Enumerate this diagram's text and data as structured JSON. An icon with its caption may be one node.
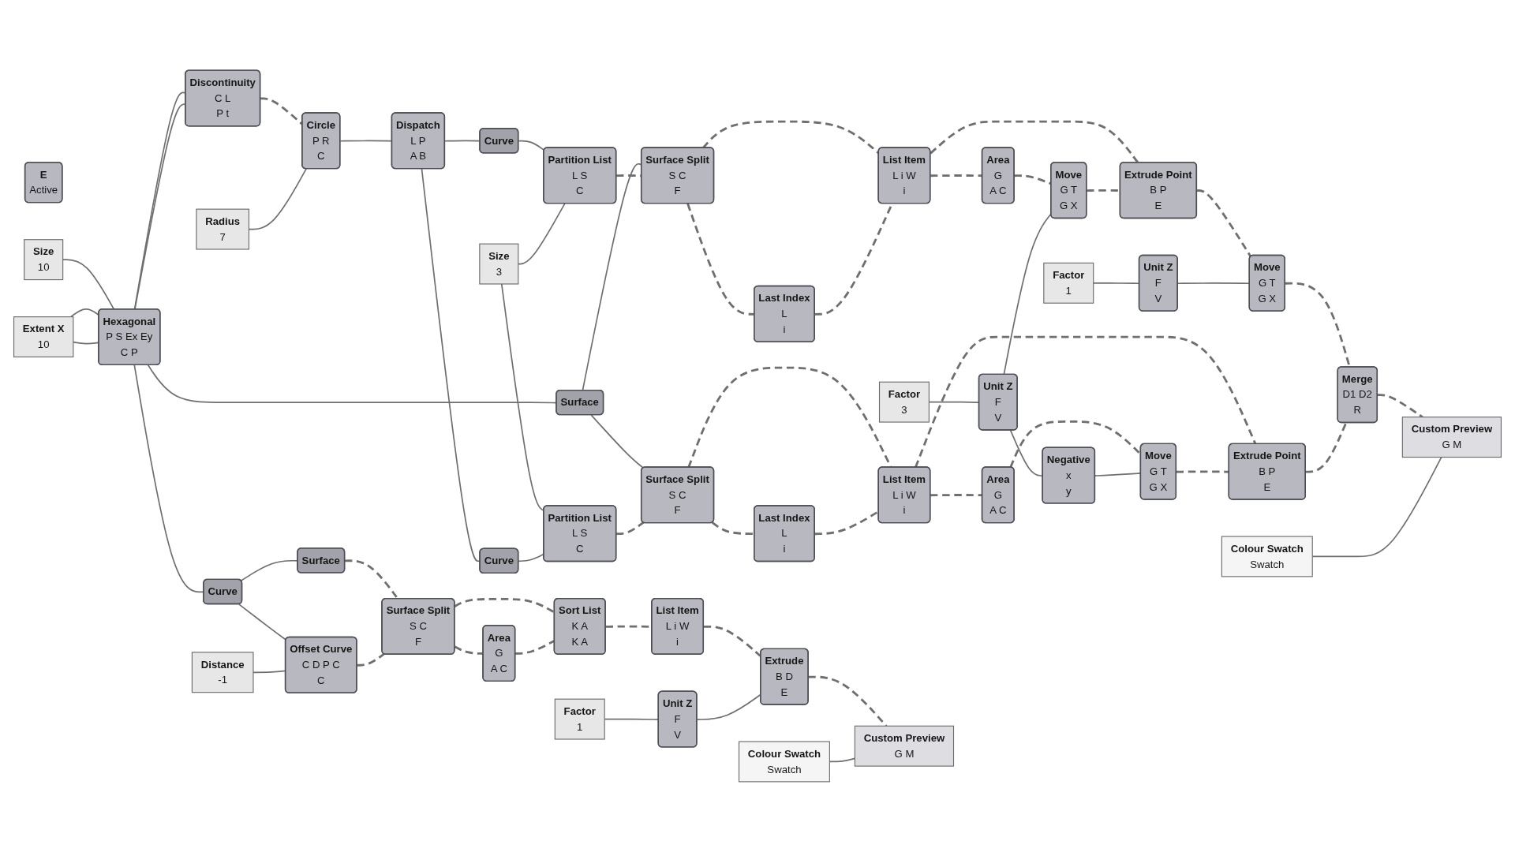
{
  "diagram": {
    "nodes": [
      {
        "text": [
          "E",
          "Active"
        ]
      },
      {
        "text": [
          "Radius",
          "7"
        ]
      },
      {
        "text": [
          "Hexagonal",
          "P S Ex Ey",
          "C P"
        ]
      },
      {
        "text": [
          "Size",
          "10"
        ]
      },
      {
        "text": [
          "Extent X",
          "10"
        ]
      },
      {
        "text": [
          "Discontinuity",
          "C L",
          "P t"
        ]
      },
      {
        "text": [
          "Circle",
          "P R",
          "C"
        ]
      },
      {
        "text": [
          "Dispatch",
          "L P",
          "A B"
        ]
      },
      {
        "text": [
          "Curve"
        ]
      },
      {
        "text": [
          "Partition List",
          "L S",
          "C"
        ]
      },
      {
        "text": [
          "Size",
          "3"
        ]
      },
      {
        "text": [
          "Surface Split",
          "S C",
          "F"
        ]
      },
      {
        "text": [
          "List Item",
          "L i W",
          "i"
        ]
      },
      {
        "text": [
          "Last Index",
          "L",
          "i"
        ]
      },
      {
        "text": [
          "Area",
          "G",
          "A C"
        ]
      },
      {
        "text": [
          "Move",
          "G T",
          "G X"
        ]
      },
      {
        "text": [
          "Extrude Point",
          "B P",
          "E"
        ]
      },
      {
        "text": [
          "Move",
          "G T",
          "G X"
        ]
      },
      {
        "text": [
          "Factor",
          "3"
        ]
      },
      {
        "text": [
          "Unit Z",
          "F",
          "V"
        ]
      },
      {
        "text": [
          "Factor",
          "1"
        ]
      },
      {
        "text": [
          "Unit Z",
          "F",
          "V"
        ]
      },
      {
        "text": [
          "Colour Swatch",
          "Swatch"
        ]
      },
      {
        "text": [
          "Merge",
          "D1 D2",
          "R"
        ]
      },
      {
        "text": [
          "Custom Preview",
          "G M"
        ]
      },
      {
        "text": [
          "Curve"
        ]
      },
      {
        "text": [
          "Partition List",
          "L S",
          "C"
        ]
      },
      {
        "text": [
          "Surface"
        ]
      },
      {
        "text": [
          "Surface Split",
          "S C",
          "F"
        ]
      },
      {
        "text": [
          "Last Index",
          "L",
          "i"
        ]
      },
      {
        "text": [
          "List Item",
          "L i W",
          "i"
        ]
      },
      {
        "text": [
          "Negative",
          "x",
          "y"
        ]
      },
      {
        "text": [
          "Area",
          "G",
          "A C"
        ]
      },
      {
        "text": [
          "Extrude Point",
          "B P",
          "E"
        ]
      },
      {
        "text": [
          "Move",
          "G T",
          "G X"
        ]
      },
      {
        "text": [
          "Curve"
        ]
      },
      {
        "text": [
          "Surface"
        ]
      },
      {
        "text": [
          "Surface Split",
          "S C",
          "F"
        ]
      },
      {
        "text": [
          "Offset Curve",
          "C D P C",
          "C"
        ]
      },
      {
        "text": [
          "Distance",
          "-1"
        ]
      },
      {
        "text": [
          "Sort List",
          "K A",
          "K A"
        ]
      },
      {
        "text": [
          "Area",
          "G",
          "A C"
        ]
      },
      {
        "text": [
          "List Item",
          "L i W",
          "i"
        ]
      },
      {
        "text": [
          "Factor",
          "1"
        ]
      },
      {
        "text": [
          "Unit Z",
          "F",
          "V"
        ]
      },
      {
        "text": [
          "Extrude",
          "B D",
          "E"
        ]
      },
      {
        "text": [
          "Custom Preview",
          "G M"
        ]
      },
      {
        "text": [
          "Colour Swatch",
          "Swatch"
        ]
      }
    ],
    "edges": [
      {
        "from": 3,
        "to": 2,
        "arrow": "none"
      },
      {
        "from": 4,
        "to": 2,
        "arrow": "none"
      },
      {
        "from": 4,
        "to": 2,
        "arrow": "none"
      },
      {
        "from": 2,
        "to": 5,
        "arrow": "none"
      },
      {
        "from": 2,
        "to": 5,
        "arrow": "none"
      },
      {
        "from": 2,
        "to": 27,
        "arrow": "none"
      },
      {
        "from": 2,
        "to": 35,
        "arrow": "none"
      },
      {
        "from": 5,
        "to": 6,
        "arrow": "none",
        "style": "dashed"
      },
      {
        "from": 1,
        "to": 6,
        "arrow": "none"
      },
      {
        "from": 6,
        "to": 7,
        "arrow": "none"
      },
      {
        "from": 7,
        "to": 8,
        "arrow": "none"
      },
      {
        "from": 7,
        "to": 25,
        "arrow": "none"
      },
      {
        "from": 8,
        "to": 9,
        "arrow": "none"
      },
      {
        "from": 10,
        "to": 9,
        "arrow": "none"
      },
      {
        "from": 10,
        "to": 26,
        "arrow": "none"
      },
      {
        "from": 25,
        "to": 26,
        "arrow": "none"
      },
      {
        "from": 27,
        "to": 11,
        "arrow": "none"
      },
      {
        "from": 9,
        "to": 11,
        "arrow": "none",
        "style": "dashed"
      },
      {
        "from": 27,
        "to": 28,
        "arrow": "none"
      },
      {
        "from": 26,
        "to": 28,
        "arrow": "none",
        "style": "dashed"
      },
      {
        "from": 11,
        "to": 12,
        "arrow": "none",
        "style": "dashed"
      },
      {
        "from": 11,
        "to": 13,
        "arrow": "none",
        "style": "dashed"
      },
      {
        "from": 13,
        "to": 12,
        "arrow": "none",
        "style": "dashed"
      },
      {
        "from": 12,
        "to": 16,
        "arrow": "none",
        "style": "dashed"
      },
      {
        "from": 12,
        "to": 14,
        "arrow": "none",
        "style": "dashed"
      },
      {
        "from": 14,
        "to": 15,
        "arrow": "none",
        "style": "dashed"
      },
      {
        "from": 18,
        "to": 19,
        "arrow": "none"
      },
      {
        "from": 19,
        "to": 15,
        "arrow": "none"
      },
      {
        "from": 19,
        "to": 31,
        "arrow": "none"
      },
      {
        "from": 15,
        "to": 16,
        "arrow": "none",
        "style": "dashed"
      },
      {
        "from": 16,
        "to": 17,
        "arrow": "none",
        "style": "dashed"
      },
      {
        "from": 20,
        "to": 21,
        "arrow": "none"
      },
      {
        "from": 21,
        "to": 17,
        "arrow": "none"
      },
      {
        "from": 17,
        "to": 23,
        "arrow": "none",
        "style": "dashed"
      },
      {
        "from": 23,
        "to": 24,
        "arrow": "none",
        "style": "dashed"
      },
      {
        "from": 22,
        "to": 24,
        "arrow": "none"
      },
      {
        "from": 28,
        "to": 29,
        "arrow": "none",
        "style": "dashed"
      },
      {
        "from": 28,
        "to": 30,
        "arrow": "none",
        "style": "dashed"
      },
      {
        "from": 29,
        "to": 30,
        "arrow": "none",
        "style": "dashed"
      },
      {
        "from": 30,
        "to": 33,
        "arrow": "none",
        "style": "dashed"
      },
      {
        "from": 30,
        "to": 32,
        "arrow": "none",
        "style": "dashed"
      },
      {
        "from": 32,
        "to": 34,
        "arrow": "none",
        "style": "dashed"
      },
      {
        "from": 31,
        "to": 34,
        "arrow": "none"
      },
      {
        "from": 34,
        "to": 33,
        "arrow": "none",
        "style": "dashed"
      },
      {
        "from": 33,
        "to": 23,
        "arrow": "none",
        "style": "dashed"
      },
      {
        "from": 35,
        "to": 36,
        "arrow": "none"
      },
      {
        "from": 35,
        "to": 38,
        "arrow": "none"
      },
      {
        "from": 39,
        "to": 38,
        "arrow": "none"
      },
      {
        "from": 36,
        "to": 37,
        "arrow": "none",
        "style": "dashed"
      },
      {
        "from": 38,
        "to": 37,
        "arrow": "none",
        "style": "dashed"
      },
      {
        "from": 37,
        "to": 40,
        "arrow": "none",
        "style": "dashed"
      },
      {
        "from": 37,
        "to": 41,
        "arrow": "none",
        "style": "dashed"
      },
      {
        "from": 41,
        "to": 40,
        "arrow": "none",
        "style": "dashed"
      },
      {
        "from": 40,
        "to": 42,
        "arrow": "none",
        "style": "dashed"
      },
      {
        "from": 42,
        "to": 45,
        "arrow": "none",
        "style": "dashed"
      },
      {
        "from": 43,
        "to": 44,
        "arrow": "none"
      },
      {
        "from": 44,
        "to": 45,
        "arrow": "none"
      },
      {
        "from": 45,
        "to": 46,
        "arrow": "none",
        "style": "dashed"
      },
      {
        "from": 47,
        "to": 46,
        "arrow": "none"
      }
    ]
  }
}
